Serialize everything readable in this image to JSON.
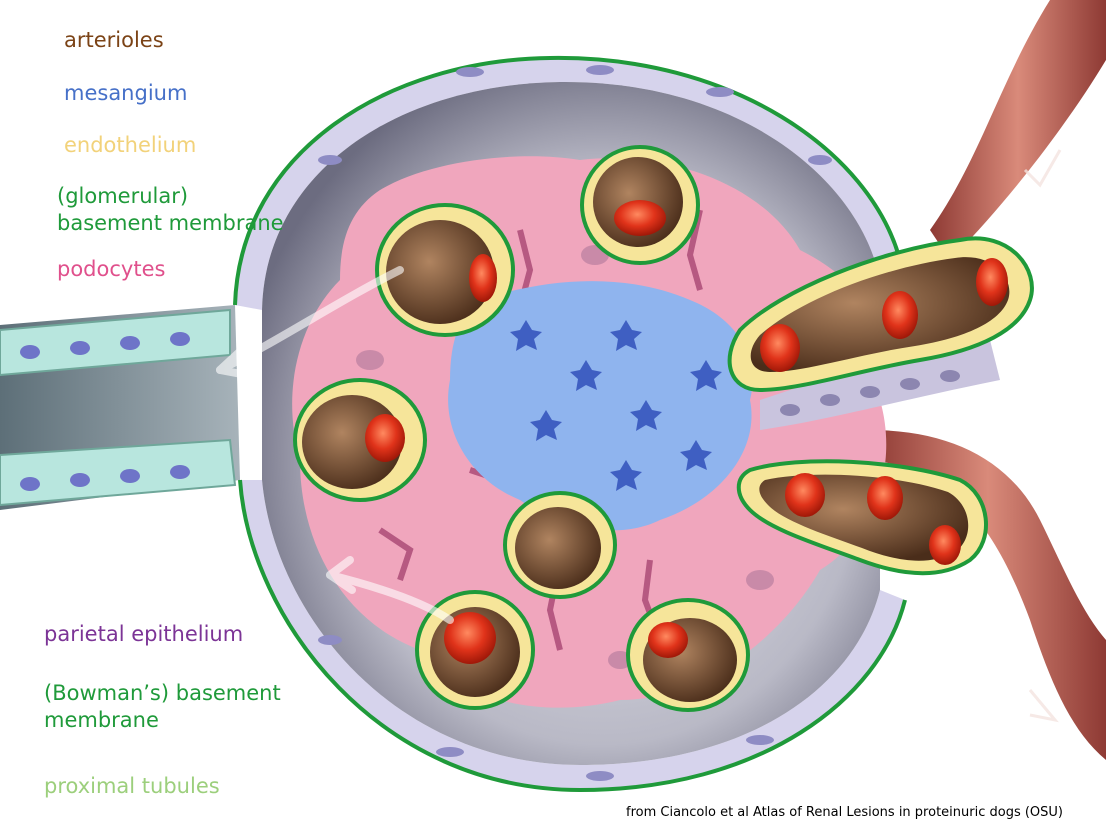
{
  "labels": {
    "arterioles": "arterioles",
    "mesangium": "mesangium",
    "endothelium": "endothelium",
    "glomerular_bm": "(glomerular)\nbasement membrane",
    "podocytes": "podocytes",
    "parietal_epithelium": "parietal epithelium",
    "bowmans_bm": "(Bowman’s) basement\nmembrane",
    "proximal_tubules": "proximal tubules"
  },
  "credit": "from Ciancolo et al Atlas of Renal Lesions in proteinuric dogs (OSU)",
  "colors": {
    "arterioles": "#7b4316",
    "mesangium": "#4670c8",
    "endothelium": "#f2d27a",
    "glomerular_bm": "#1f9a3a",
    "podocytes": "#e0508c",
    "parietal_epithelium": "#7c3496",
    "bowmans_bm": "#1f9a3a",
    "proximal_tubules": "#9ccf7c"
  }
}
